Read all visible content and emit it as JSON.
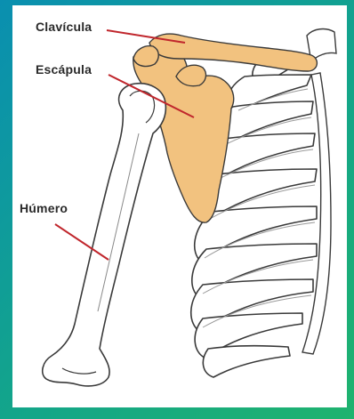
{
  "labels": {
    "clavicle": "Clavícula",
    "scapula": "Escápula",
    "humerus": "Húmero"
  },
  "colors": {
    "background_start": "#0a8fb0",
    "background_end": "#1fb36e",
    "bone_highlight": "#f2c27f",
    "bone_outline": "#3a3a3a",
    "leader_line": "#c0262c"
  }
}
